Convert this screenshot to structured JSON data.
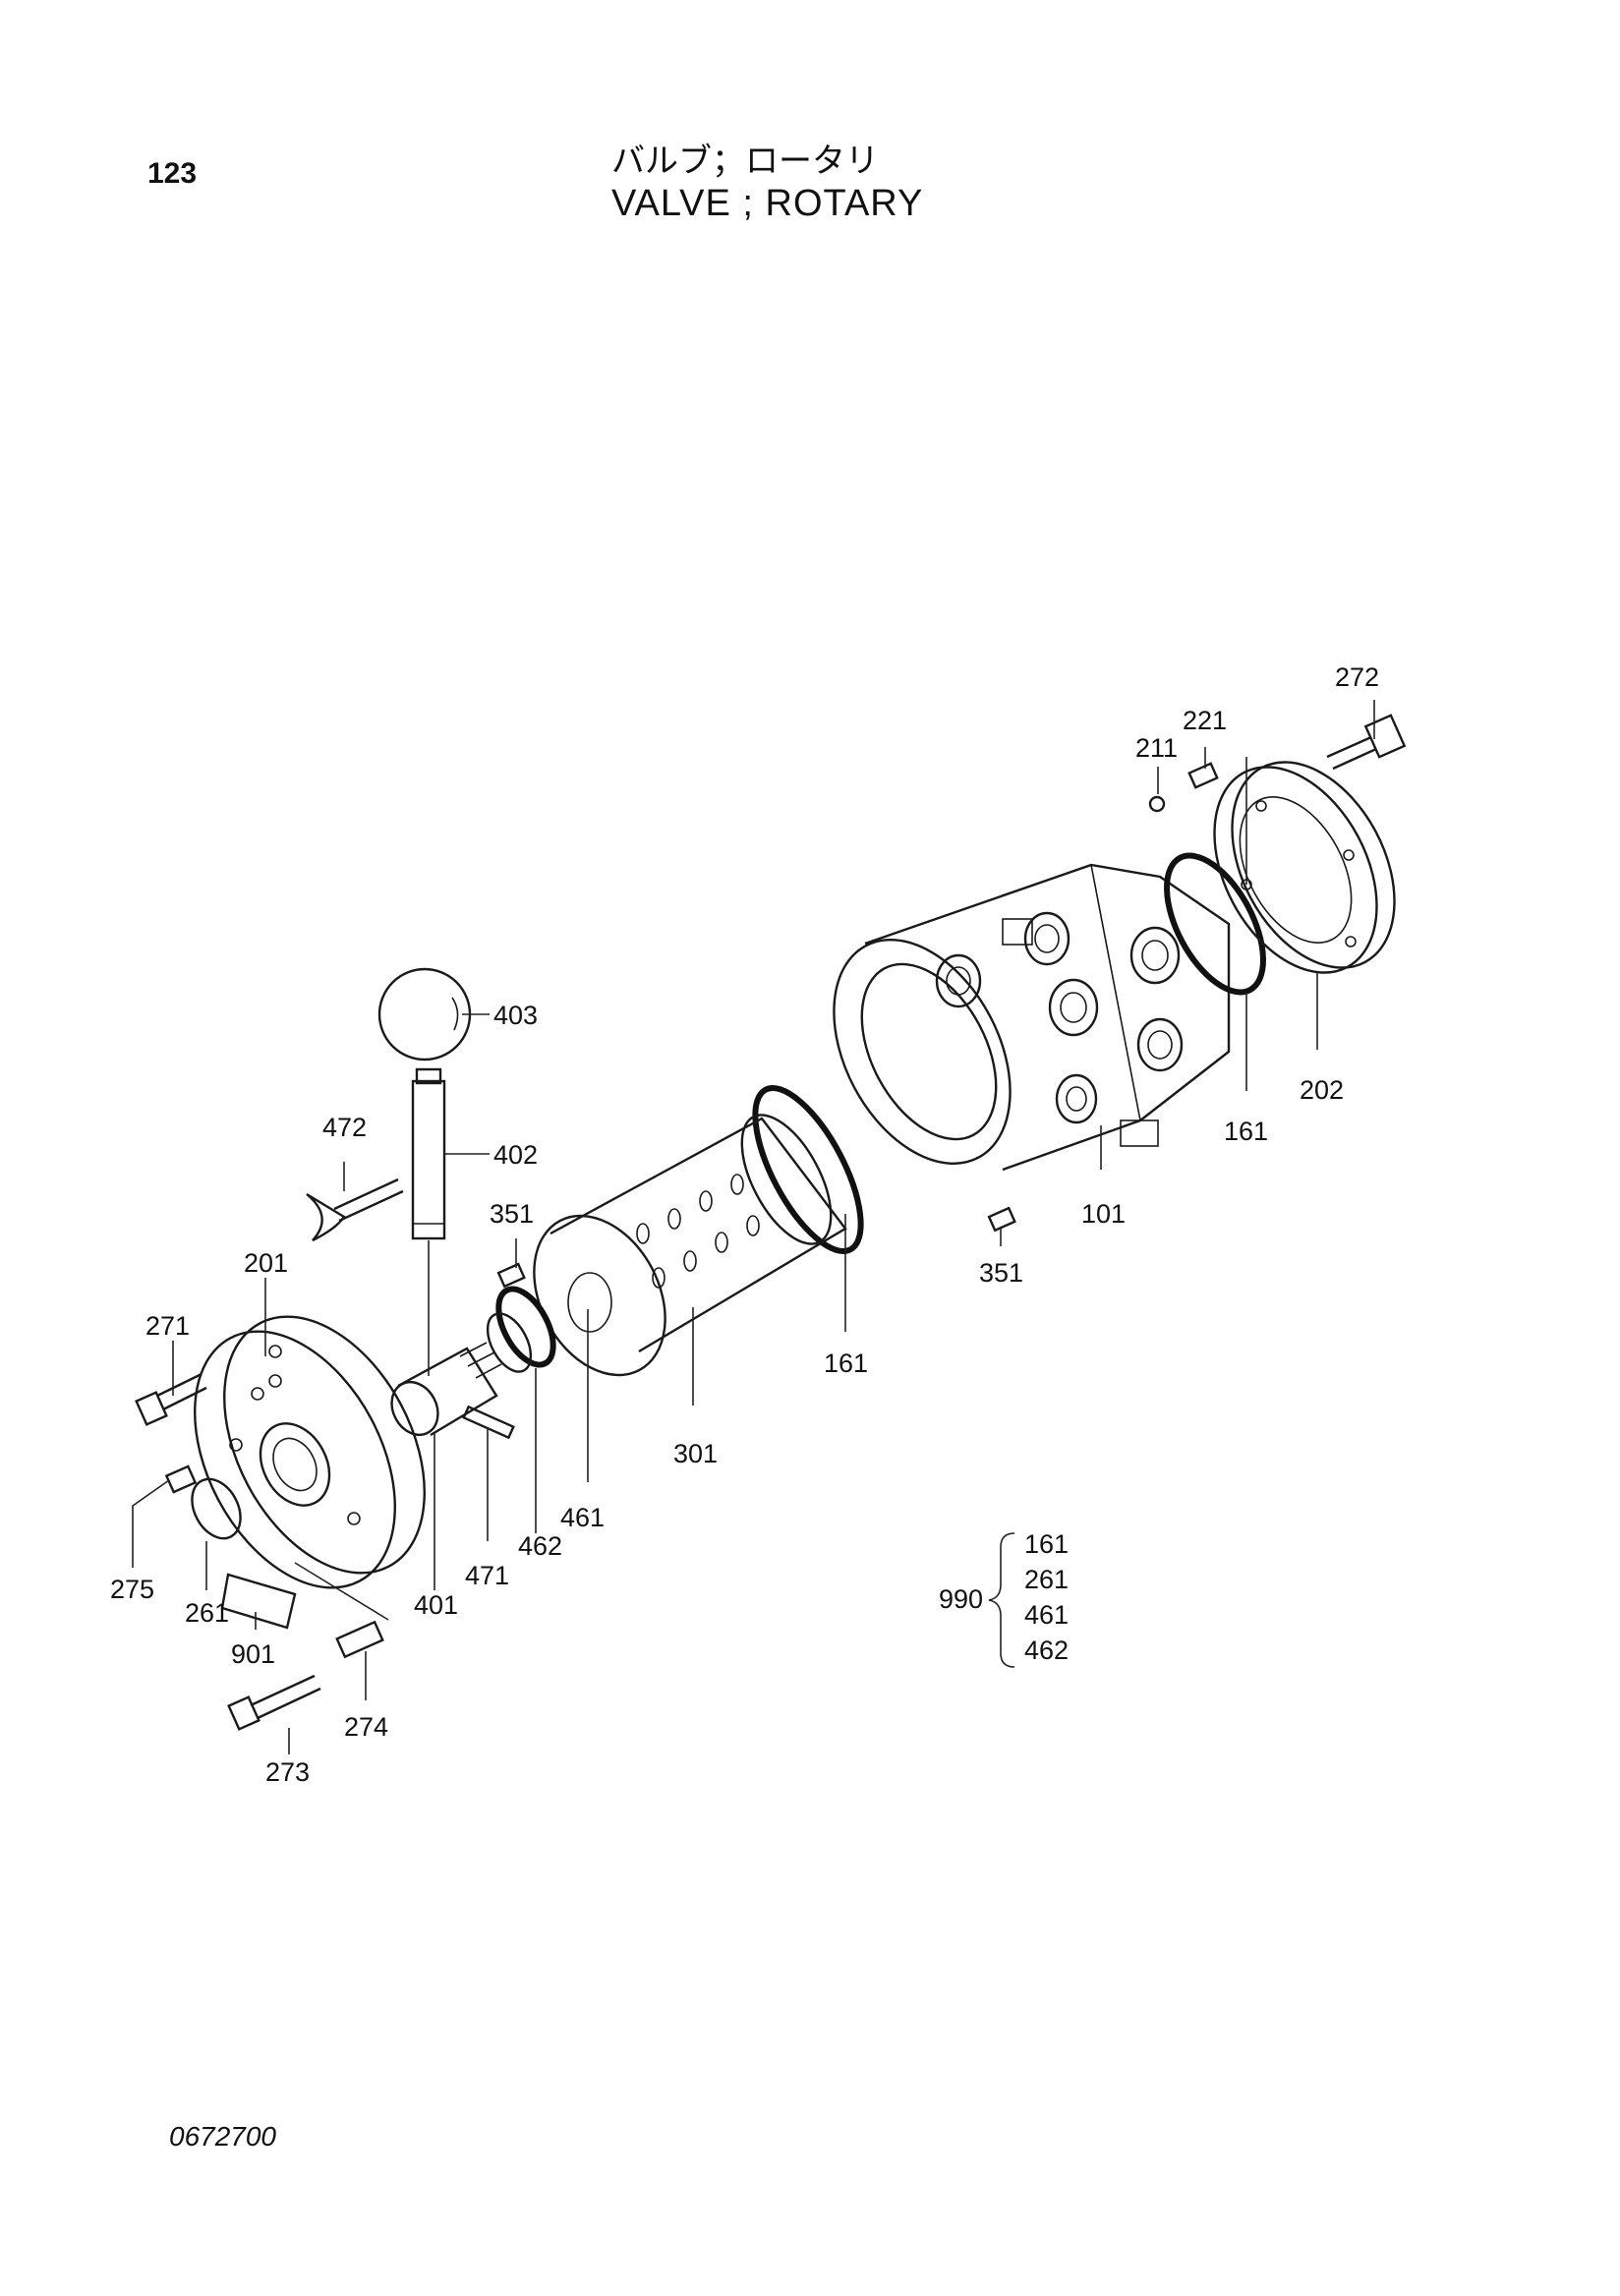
{
  "page_number": "123",
  "title_jp": "バルブ；ロータリ",
  "title_en": "VALVE ; ROTARY",
  "doc_code": "0672700",
  "callouts": {
    "c272": "272",
    "c221": "221",
    "c211": "211",
    "c202": "202",
    "c161_right": "161",
    "c101": "101",
    "c351_right": "351",
    "c403": "403",
    "c402": "402",
    "c472": "472",
    "c351_left": "351",
    "c201": "201",
    "c271": "271",
    "c161_mid": "161",
    "c301": "301",
    "c461": "461",
    "c462": "462",
    "c471": "471",
    "c401": "401",
    "c275": "275",
    "c261": "261",
    "c901": "901",
    "c274": "274",
    "c273": "273"
  },
  "kit": {
    "number": "990",
    "items": [
      "161",
      "261",
      "461",
      "462"
    ]
  }
}
